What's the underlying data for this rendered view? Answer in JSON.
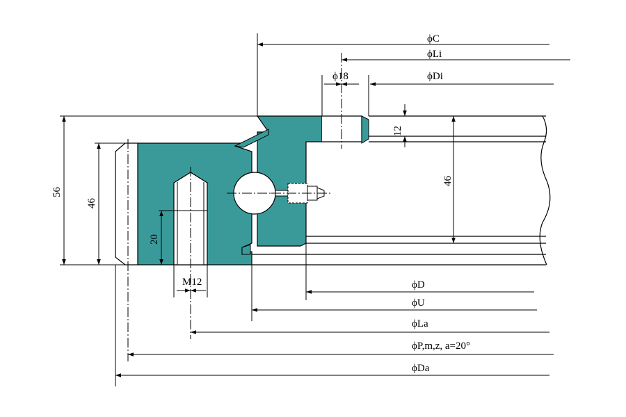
{
  "colors": {
    "section_fill": "#3a9a9a",
    "line": "#000000",
    "background": "#ffffff"
  },
  "dimensions": {
    "C": "ϕC",
    "Li": "ϕLi",
    "bolt_18": "ϕ18",
    "Di": "ϕDi",
    "D": "ϕD",
    "U": "ϕU",
    "La": "ϕLa",
    "P": "ϕP,m,z, a=20°",
    "Da": "ϕDa",
    "h12": "12",
    "h46_right": "46",
    "h56": "56",
    "h46_left": "46",
    "h20": "20",
    "M12": "M12"
  }
}
